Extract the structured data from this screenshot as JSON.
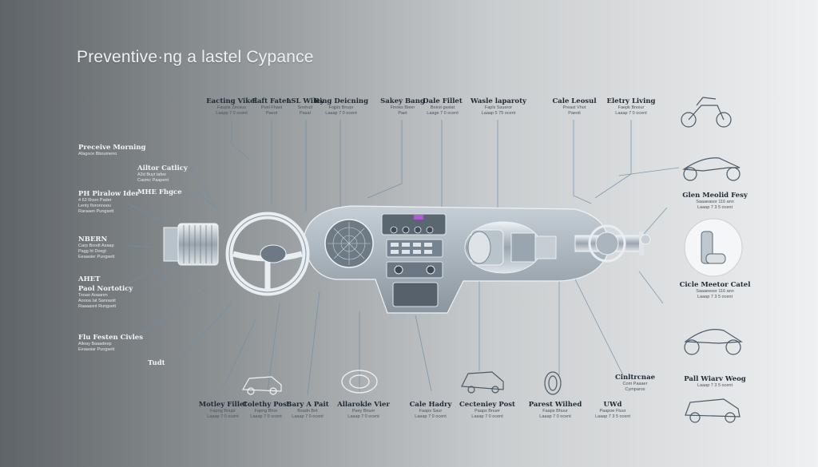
{
  "title": "Preventive·ng a lastel Cypance",
  "top_labels": [
    {
      "h": "Eacting Vikel",
      "s": [
        "Faupls Zeosus",
        "Laapp 7 0 ocent"
      ]
    },
    {
      "h": "Eaft Faten",
      "s": [
        "Poel Fhast",
        "Paeot"
      ]
    },
    {
      "h": "LSL Wiley",
      "s": [
        "Snnhulr",
        "Pasat"
      ]
    },
    {
      "h": "Ring Deicning",
      "s": [
        "Fojpls Bnupr",
        "Laaap 7 0 ocent"
      ]
    },
    {
      "h": "Sakey Bang",
      "s": [
        "Finnks Bieer",
        "Paet"
      ]
    },
    {
      "h": "Dale Fillet",
      "s": [
        "Boirst gsstat",
        "Laage 7 0 ocent"
      ]
    },
    {
      "h": "Wasle laparoty",
      "s": [
        "Fapls Ssueror",
        "Laaap 5 75 ocent"
      ]
    },
    {
      "h": "Cale Leosul",
      "s": [
        "Preast Vhot",
        "Paeoit"
      ]
    },
    {
      "h": "Eletry Living",
      "s": [
        "Faepk Bnoiur",
        "Laaap 7 0 ocent"
      ]
    }
  ],
  "left_labels": [
    {
      "h": "Preceive Morning",
      "s": [
        "Afagoce Bboumeno"
      ]
    },
    {
      "h": "Ailtor Catlicy",
      "s": [
        "A3d Buyt tafee",
        "Casmc Paapent"
      ]
    },
    {
      "h": "PH Piralow Ider",
      "s": [
        "4 63 Roon Pader",
        "Lenty fioronnoou",
        "Raraaen Pungsett"
      ]
    },
    {
      "h": "MHE Fhgce",
      "s": []
    },
    {
      "h": "NBERN",
      "s": [
        "Carp Boodt Asaap",
        "Pagg ht Dosgt",
        "Eeaaoier Pungsett"
      ]
    },
    {
      "h": "AHET",
      "s": []
    },
    {
      "h": "Paol Nortoticy",
      "s": [
        "Tooao Aoaanm",
        "Aoooa Iat Sanoaoit",
        "Raaaasnt Rungsett"
      ]
    },
    {
      "h": "Flu Festen Civles",
      "s": [
        "Alleay Baaadeep",
        "Eeaaoiar Pungsett"
      ]
    },
    {
      "h": "Tudt",
      "s": []
    }
  ],
  "right_labels": [
    {
      "h": "Glen Meolid Fesy",
      "s": [
        "Saaaeasor 116 ann",
        "Laaap 7 3 5 ocent"
      ]
    },
    {
      "h": "Cicle Meetor Catel",
      "s": [
        "Saaaeesor 116 ann",
        "Laaap 7 3 5 ocent"
      ]
    },
    {
      "h": "Pall Wiarv Weog",
      "s": [
        "Laaap 7 3 5 ocent"
      ]
    },
    {
      "h": "Cinltrcnae",
      "s": [
        "Com Paaaer",
        "Cymparos"
      ]
    }
  ],
  "bottom_labels": [
    {
      "h": "Motley Fillet",
      "s": [
        "Fapng Bnupr",
        "Laaap 7 0 ocent"
      ]
    },
    {
      "h": "Colethy Post",
      "s": [
        "Fapng Bhor",
        "Laaap 7 0 ocent"
      ]
    },
    {
      "h": "Bary A Pait",
      "s": [
        "Bsadn Bnt",
        "Laaap 7 0 ocent"
      ]
    },
    {
      "h": "Allarokle Vier",
      "s": [
        "Paey Bnuer",
        "Laaap 7 0 ocent"
      ]
    },
    {
      "h": "Cale Hadry",
      "s": [
        "Faaps Saur",
        "Laaap 7 0 ocent"
      ]
    },
    {
      "h": "Cecteniey Post",
      "s": [
        "Paaps Bnuer",
        "Laaap 7 0 ocent"
      ]
    },
    {
      "h": "Parest Wilhed",
      "s": [
        "Faaps Bhuur",
        "Laaap 7 0 ocent"
      ]
    },
    {
      "h": "UWd",
      "s": [
        "Paapoe Fluur",
        "Laaap 7 3 5 ocent"
      ]
    }
  ],
  "colors": {
    "line": "#6f8fa8",
    "accent_purple": "#b05bd6",
    "chrome": "#d7dde2"
  }
}
